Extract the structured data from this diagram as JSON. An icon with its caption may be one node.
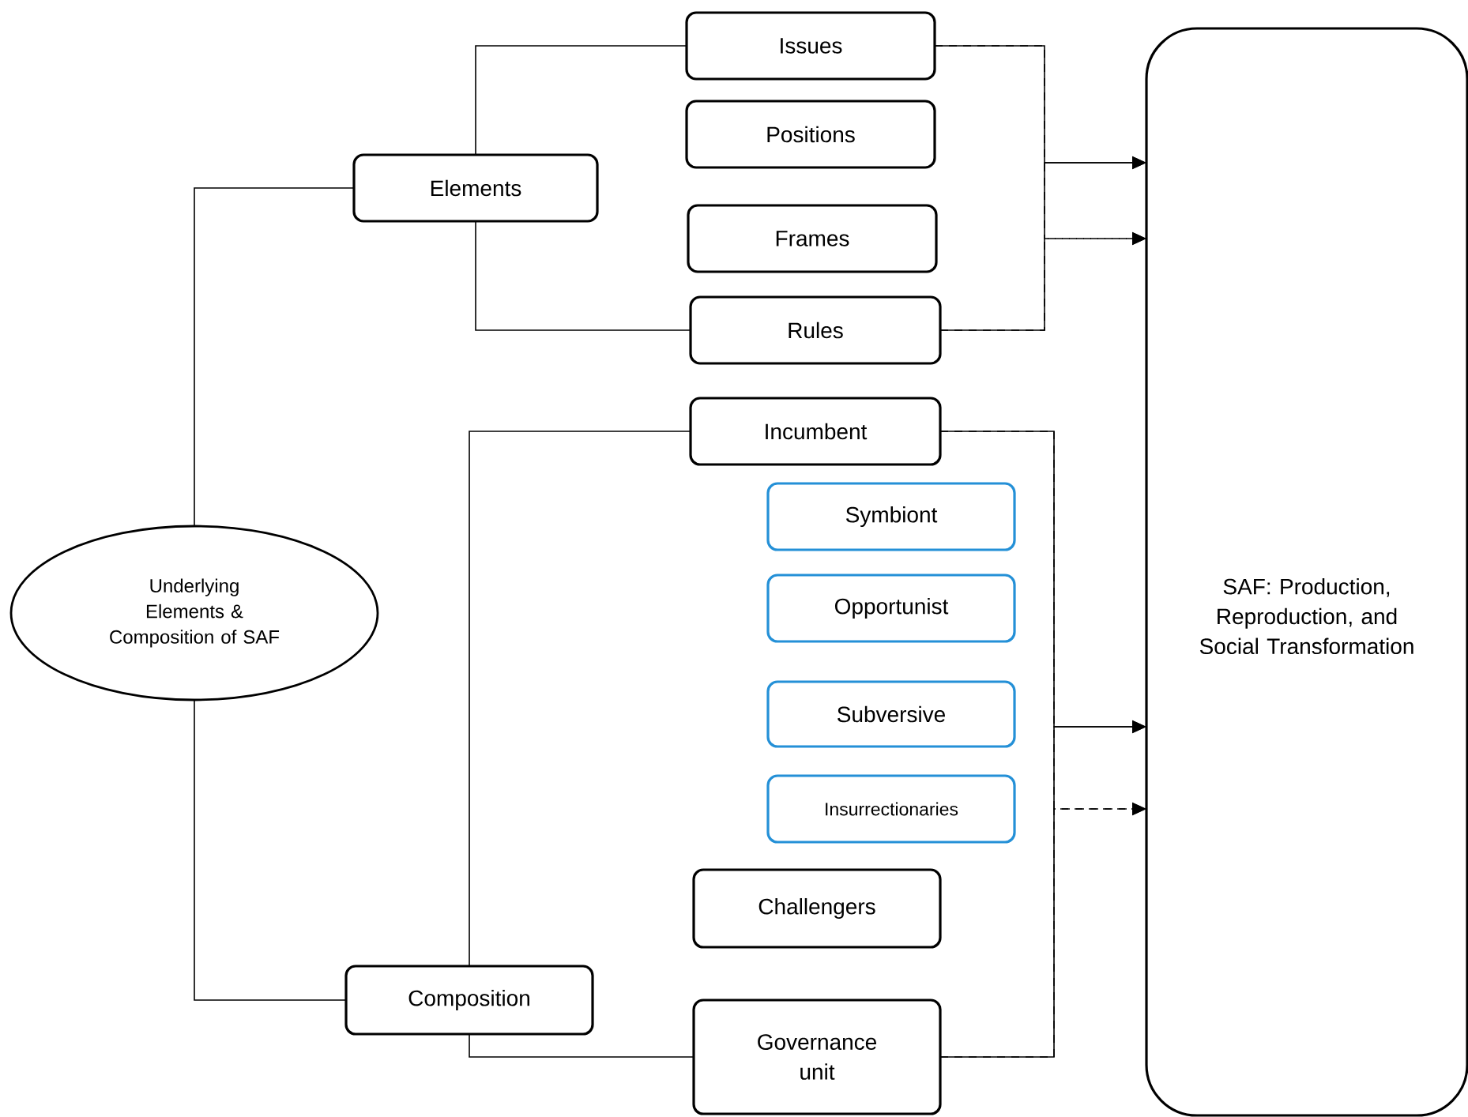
{
  "diagram": {
    "nodes": [
      {
        "text": [
          "Underlying Elements & Composition of SAF"
        ]
      },
      {
        "text": [
          "Elements"
        ]
      },
      {
        "text": [
          "Composition"
        ]
      },
      {
        "text": [
          "Issues"
        ]
      },
      {
        "text": [
          "Positions"
        ]
      },
      {
        "text": [
          "Frames"
        ]
      },
      {
        "text": [
          "Rules"
        ]
      },
      {
        "text": [
          "Incumbent"
        ]
      },
      {
        "text": [
          "Symbiont"
        ]
      },
      {
        "text": [
          "Opportunist"
        ]
      },
      {
        "text": [
          "Subversive"
        ]
      },
      {
        "text": [
          "Insurrectionaries"
        ]
      },
      {
        "text": [
          "Challengers"
        ]
      },
      {
        "text": [
          "Governance unit"
        ]
      },
      {
        "text": [
          "SAF: Production, Reproduction, and Social Transformation"
        ]
      }
    ],
    "edges": [
      {
        "from": 0,
        "to": 1,
        "arrow": "none"
      },
      {
        "from": 0,
        "to": 2,
        "arrow": "none"
      },
      {
        "from": 1,
        "to": 3,
        "arrow": "none"
      },
      {
        "from": 1,
        "to": 6,
        "arrow": "none"
      },
      {
        "from": 2,
        "to": 7,
        "arrow": "none"
      },
      {
        "from": 2,
        "to": 13,
        "arrow": "none"
      },
      {
        "from": 3,
        "to": 14,
        "arrow": "to"
      },
      {
        "from": 6,
        "to": 14,
        "arrow": "to"
      },
      {
        "from": 3,
        "to": 14,
        "arrow": "to",
        "style": "dashed"
      },
      {
        "from": 6,
        "to": 14,
        "arrow": "to",
        "style": "dashed"
      },
      {
        "from": 7,
        "to": 14,
        "arrow": "to"
      },
      {
        "from": 13,
        "to": 14,
        "arrow": "to"
      },
      {
        "from": 7,
        "to": 14,
        "arrow": "to",
        "style": "dashed"
      },
      {
        "from": 13,
        "to": 14,
        "arrow": "to",
        "style": "dashed"
      }
    ]
  }
}
